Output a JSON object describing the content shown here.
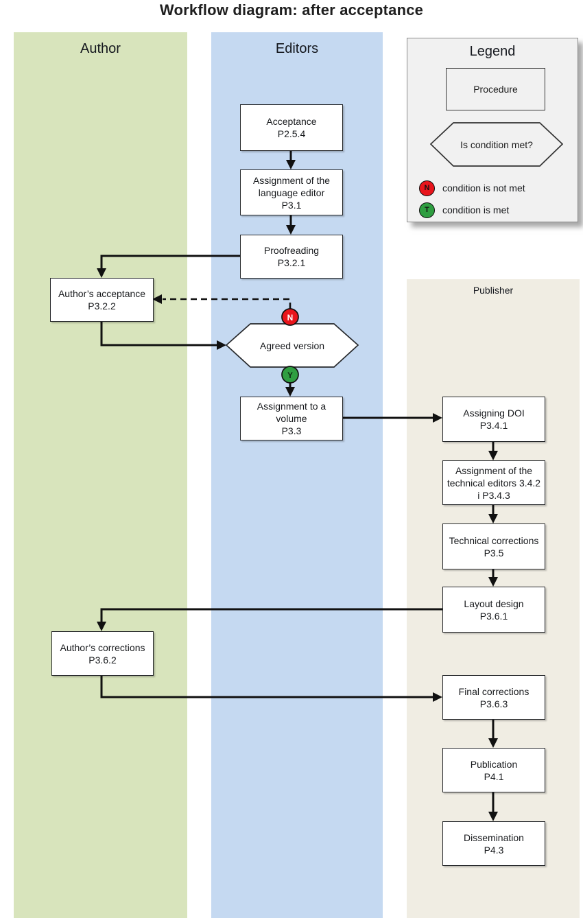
{
  "title": "Workflow diagram: after acceptance",
  "lanes": {
    "author": {
      "label": "Author",
      "color": "#d8e4bc"
    },
    "editors": {
      "label": "Editors",
      "color": "#c5d9f1"
    },
    "publisher": {
      "label": "Publisher",
      "color": "#f0ede3"
    }
  },
  "legend": {
    "title": "Legend",
    "procedure_label": "Procedure",
    "decision_label": "Is condition met?",
    "not_met": {
      "symbol": "N",
      "color": "#e8151c",
      "label": "condition is not met"
    },
    "met": {
      "symbol": "T",
      "color": "#2f9e41",
      "label": "condition is met"
    }
  },
  "decision": {
    "label": "Agreed version",
    "no_symbol": "N",
    "yes_symbol": "Y"
  },
  "nodes": {
    "acceptance": {
      "lines": [
        "Acceptance",
        "P2.5.4"
      ]
    },
    "language_editor": {
      "lines": [
        "Assignment of the",
        "language editor",
        "P3.1"
      ]
    },
    "proofreading": {
      "lines": [
        "Proofreading",
        "P3.2.1"
      ]
    },
    "author_acceptance": {
      "lines": [
        "Author’s acceptance",
        "P3.2.2"
      ]
    },
    "volume": {
      "lines": [
        "Assignment to a",
        "volume",
        "P3.3"
      ]
    },
    "doi": {
      "lines": [
        "Assigning DOI",
        "P3.4.1"
      ]
    },
    "technical_editors": {
      "lines": [
        "Assignment of  the",
        "technical editors  3.4.2",
        "i P3.4.3"
      ]
    },
    "technical_corrections": {
      "lines": [
        "Technical corrections",
        "P3.5"
      ]
    },
    "layout_design": {
      "lines": [
        "Layout design",
        "P3.6.1"
      ]
    },
    "author_corrections": {
      "lines": [
        "Author’s corrections",
        "P3.6.2"
      ]
    },
    "final_corrections": {
      "lines": [
        "Final corrections",
        "P3.6.3"
      ]
    },
    "publication": {
      "lines": [
        "Publication",
        "P4.1"
      ]
    },
    "dissemination": {
      "lines": [
        "Dissemination",
        "P4.3"
      ]
    }
  }
}
